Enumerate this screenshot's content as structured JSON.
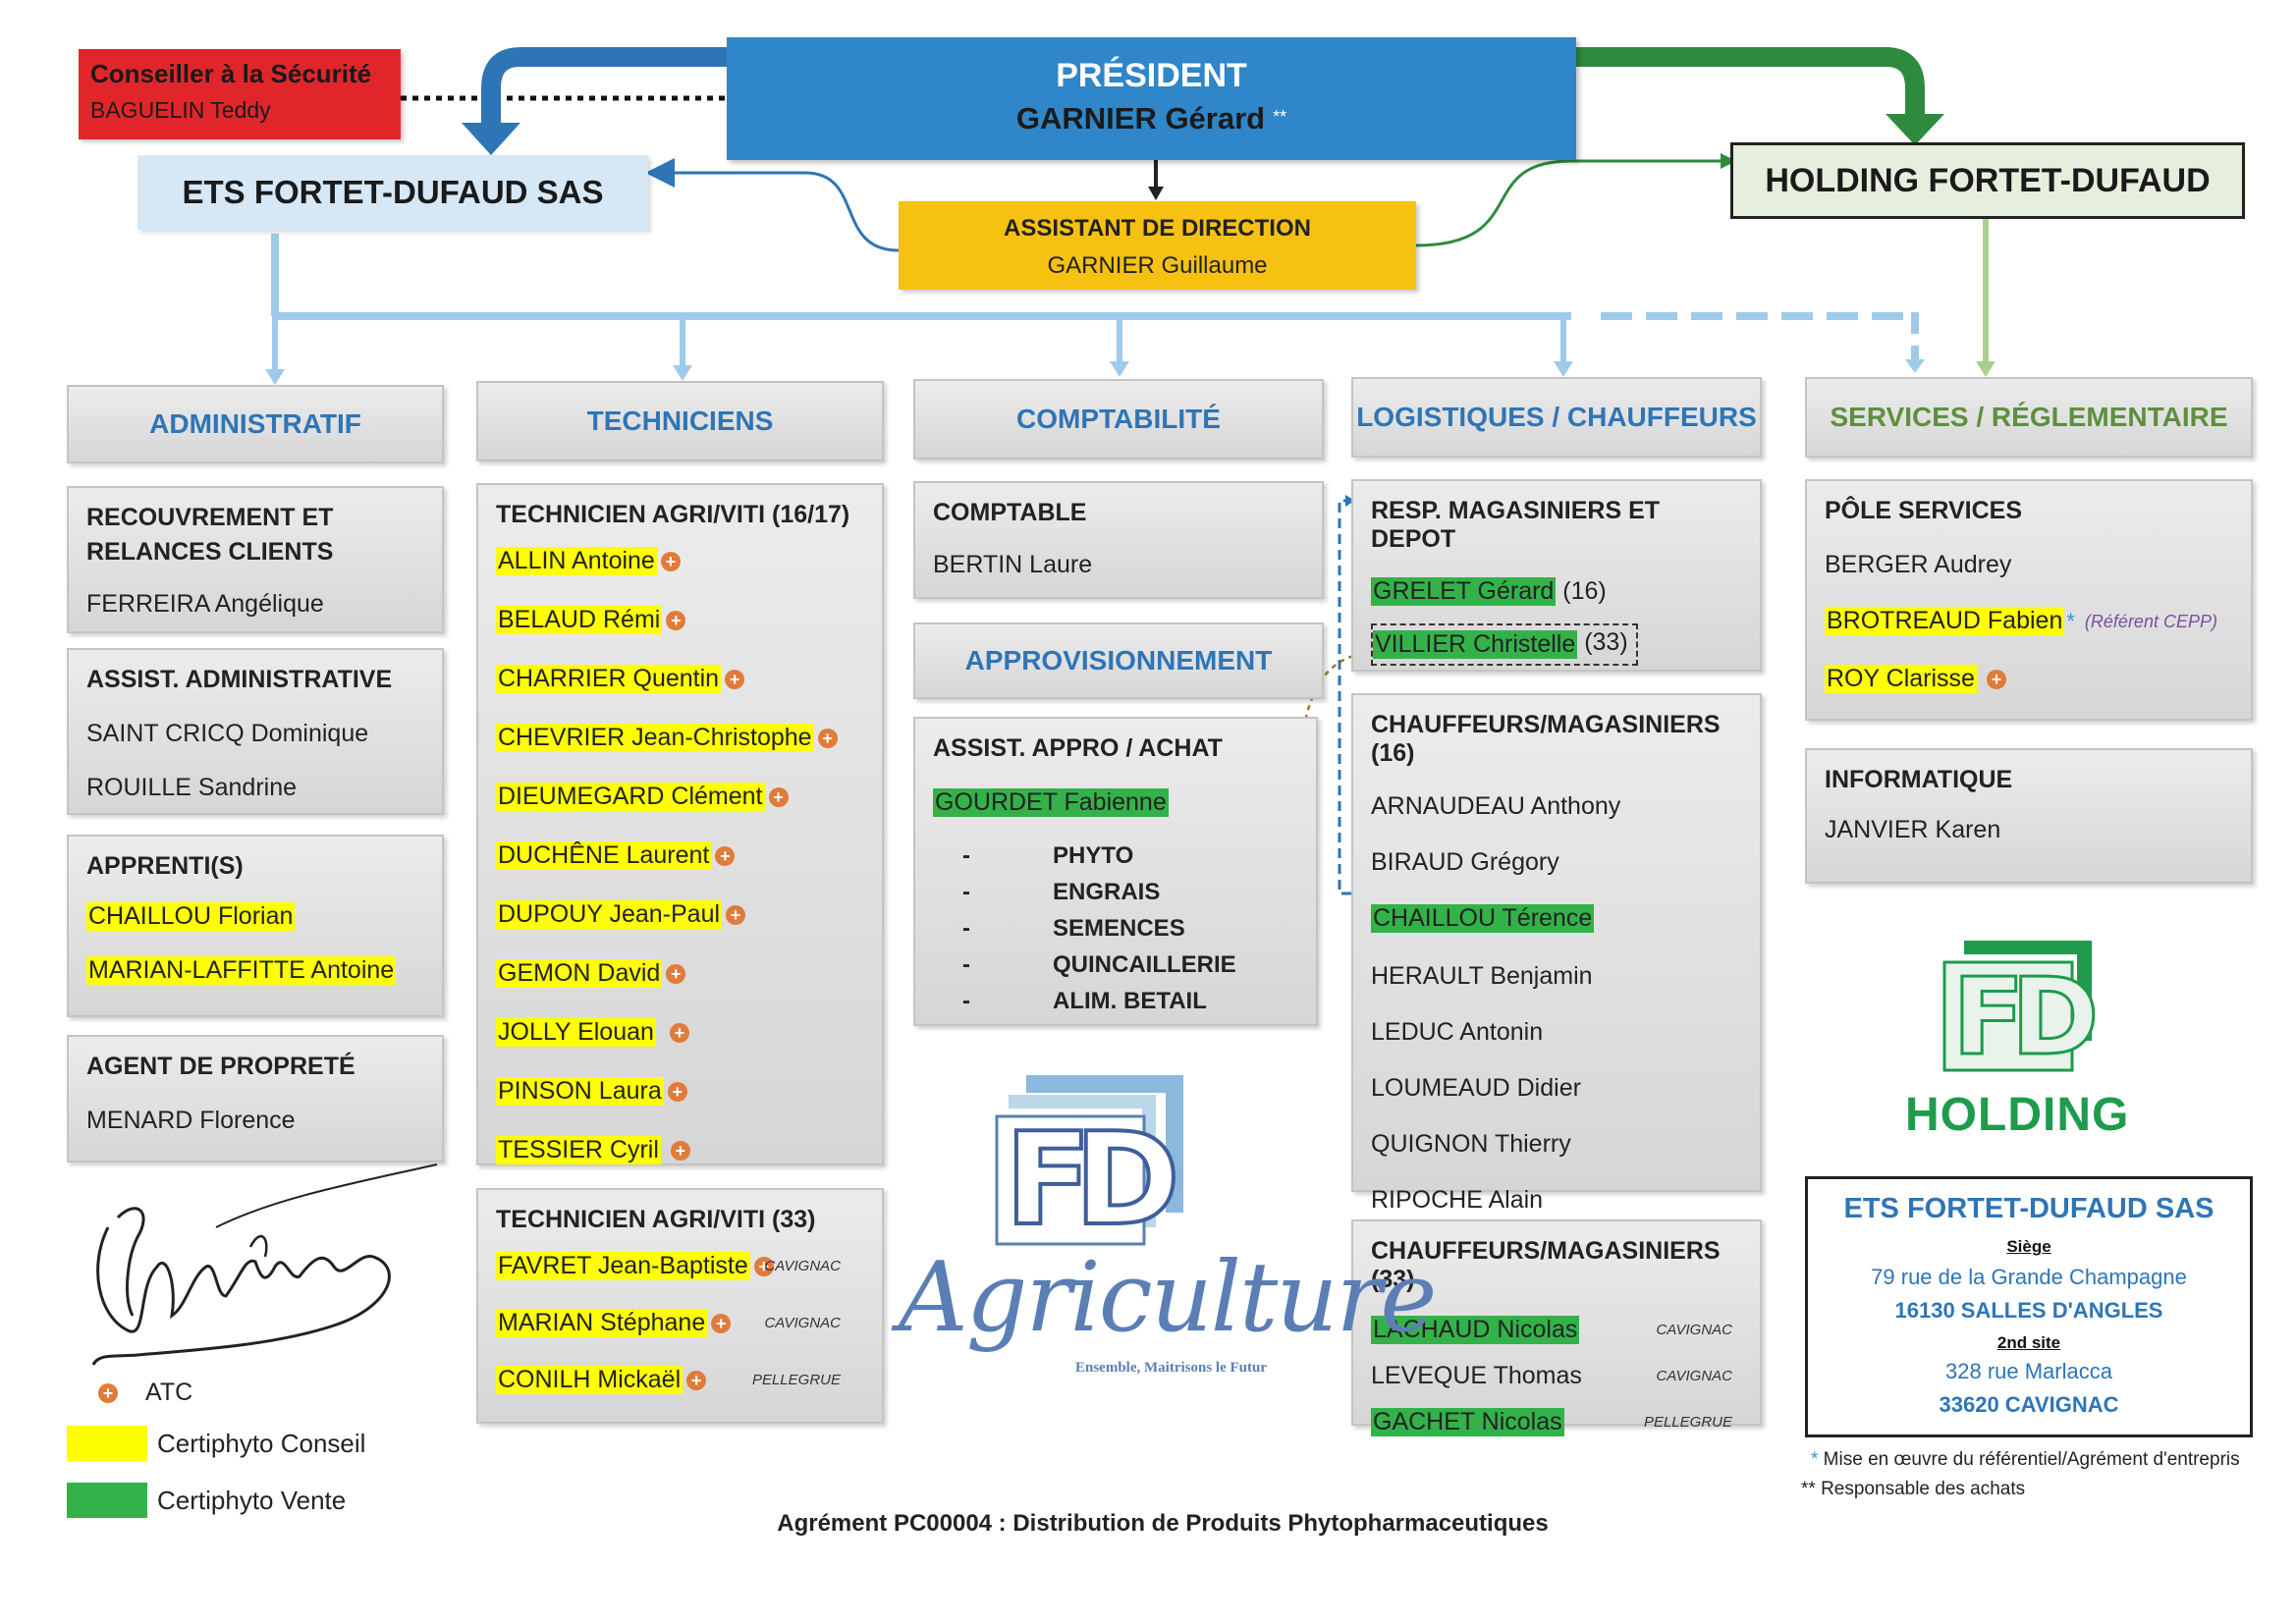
{
  "security": {
    "title": "Conseiller à la Sécurité",
    "name": "BAGUELIN Teddy",
    "color": "#e0262b"
  },
  "president": {
    "title": "PRÉSIDENT",
    "name": "GARNIER Gérard",
    "mark": "**",
    "color": "#2f86c8"
  },
  "ets": {
    "title": "ETS FORTET-DUFAUD SAS"
  },
  "assistant": {
    "title": "ASSISTANT DE DIRECTION",
    "name": "GARNIER Guillaume",
    "color": "#f6c110"
  },
  "holding": {
    "title": "HOLDING FORTET-DUFAUD"
  },
  "columns": {
    "admin": "ADMINISTRATIF",
    "tech": "TECHNICIENS",
    "compta": "COMPTABILITÉ",
    "logi": "LOGISTIQUES / CHAUFFEURS",
    "services": "SERVICES / RÉGLEMENTAIRE"
  },
  "admin": {
    "recouvrement": {
      "title_l1": "RECOUVREMENT ET",
      "title_l2": "RELANCES CLIENTS",
      "people": [
        "FERREIRA Angélique"
      ]
    },
    "assist": {
      "title": "ASSIST. ADMINISTRATIVE",
      "people": [
        "SAINT CRICQ Dominique",
        "ROUILLE Sandrine"
      ]
    },
    "apprentis": {
      "title": "APPRENTI(S)",
      "people": [
        "CHAILLOU Florian",
        "MARIAN-LAFFITTE Antoine"
      ]
    },
    "proprete": {
      "title": "AGENT DE PROPRETÉ",
      "people": [
        "MENARD Florence"
      ]
    }
  },
  "tech": {
    "t1617": {
      "title": "TECHNICIEN AGRI/VITI (16/17)",
      "people": [
        "ALLIN Antoine",
        "BELAUD Rémi",
        "CHARRIER Quentin",
        "CHEVRIER Jean-Christophe",
        "DIEUMEGARD Clément",
        "DUCHÊNE Laurent",
        "DUPOUY Jean-Paul",
        "GEMON David",
        "JOLLY Elouan",
        "PINSON Laura",
        "TESSIER Cyril"
      ]
    },
    "t33": {
      "title": "TECHNICIEN AGRI/VITI (33)",
      "people": [
        "FAVRET Jean-Baptiste",
        "MARIAN Stéphane",
        "CONILH Mickaël"
      ],
      "sites": [
        "CAVIGNAC",
        "CAVIGNAC",
        "PELLEGRUE"
      ]
    }
  },
  "compta": {
    "comptable": {
      "title": "COMPTABLE",
      "people": [
        "BERTIN Laure"
      ]
    },
    "appro_header": "APPROVISIONNEMENT",
    "appro": {
      "title": "ASSIST. APPRO / ACHAT",
      "people": [
        "GOURDET Fabienne"
      ],
      "dash": "-",
      "items": [
        "PHYTO",
        "ENGRAIS",
        "SEMENCES",
        "QUINCAILLERIE",
        "ALIM. BETAIL"
      ]
    }
  },
  "logi": {
    "resp": {
      "title": "RESP. MAGASINIERS ET DEPOT",
      "p1": "GRELET Gérard",
      "p1_suffix": " (16)",
      "p2": "VILLIER Christelle",
      "p2_suffix": " (33)"
    },
    "ch16": {
      "title": "CHAUFFEURS/MAGASINIERS (16)",
      "people": [
        "ARNAUDEAU Anthony",
        "BIRAUD Grégory",
        "CHAILLOU Térence",
        "HERAULT Benjamin",
        "LEDUC Antonin",
        "LOUMEAUD Didier",
        "QUIGNON Thierry",
        "RIPOCHE Alain"
      ]
    },
    "ch33": {
      "title": "CHAUFFEURS/MAGASINIERS (33)",
      "people": [
        "LACHAUD Nicolas",
        "LEVEQUE Thomas",
        "GACHET Nicolas"
      ],
      "sites": [
        "CAVIGNAC",
        "CAVIGNAC",
        "PELLEGRUE"
      ]
    }
  },
  "services": {
    "pole": {
      "title": "PÔLE SERVICES",
      "people": [
        "BERGER Audrey",
        "BROTREAUD Fabien",
        "ROY Clarisse"
      ],
      "star": "*",
      "referent": "(Référent CEPP)"
    },
    "info": {
      "title": "INFORMATIQUE",
      "people": [
        "JANVIER Karen"
      ]
    }
  },
  "logo_agri": {
    "letters": "FD",
    "word": "Agriculture",
    "tagline": "Ensemble, Maitrisons le Futur"
  },
  "logo_holding": {
    "letters": "FD",
    "word": "HOLDING"
  },
  "address": {
    "company": "ETS FORTET-DUFAUD SAS",
    "siege_label": "Siège",
    "siege_street": "79 rue de la Grande Champagne",
    "siege_city": "16130 SALLES D'ANGLES",
    "site2_label": "2nd site",
    "site2_street": "328 rue Marlacca",
    "site2_city": "33620 CAVIGNAC"
  },
  "footnotes": {
    "star1_mark": "*",
    "star1": " Mise en œuvre du référentiel/Agrément d'entrepris",
    "star2_mark": "**",
    "star2": " Responsable des achats"
  },
  "legend": {
    "atc": "ATC",
    "conseil": "Certiphyto Conseil",
    "vente": "Certiphyto Vente"
  },
  "footer": "Agrément PC00004 : Distribution de Produits Phytopharmaceutiques"
}
